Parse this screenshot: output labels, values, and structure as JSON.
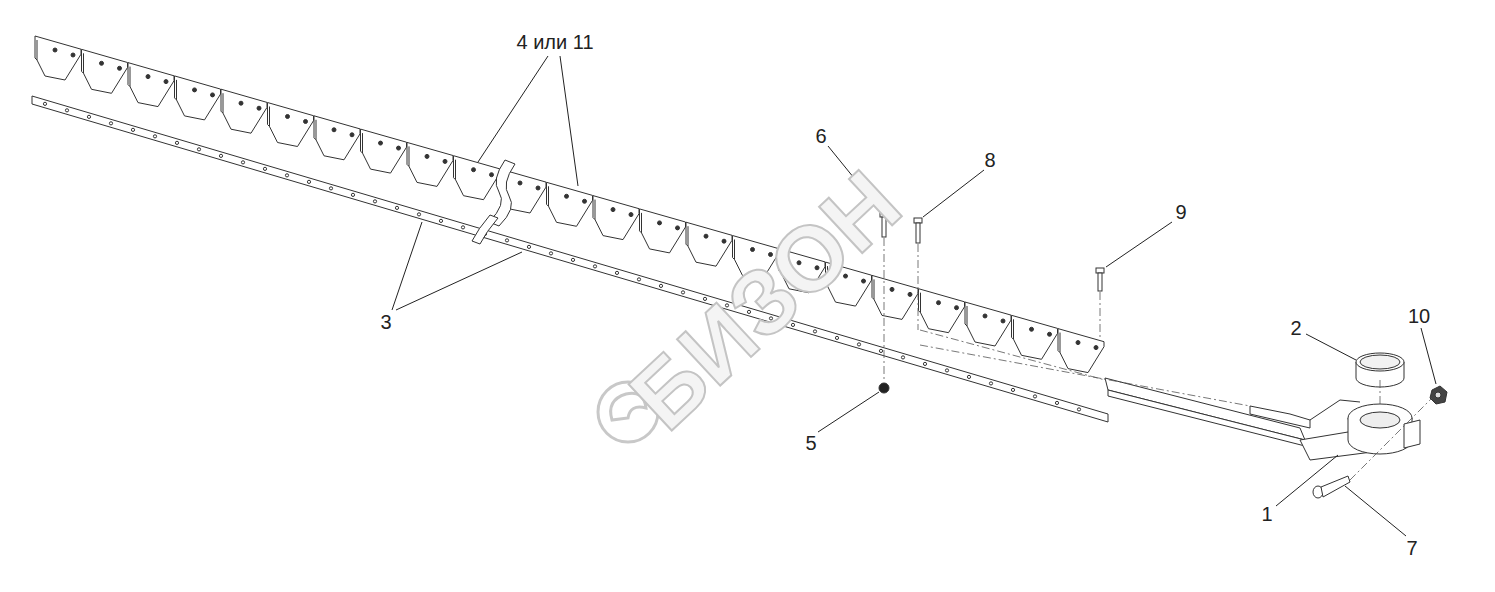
{
  "diagram": {
    "labels": [
      "4 или 11",
      "6",
      "8",
      "9",
      "3",
      "2",
      "10",
      "5",
      "1",
      "7",
      "БИЗОН"
    ]
  }
}
